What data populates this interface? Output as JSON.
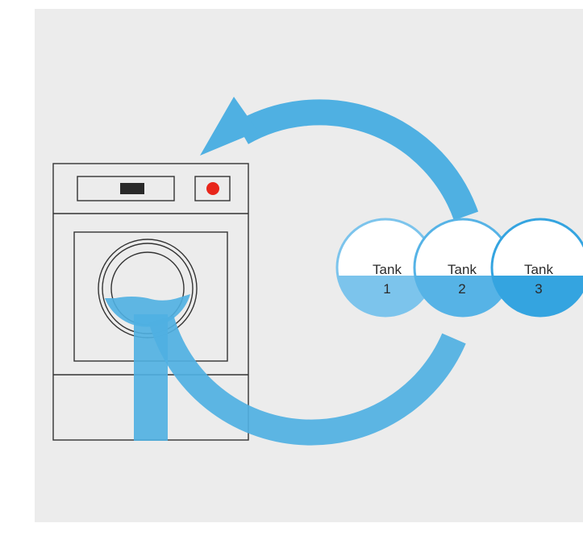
{
  "colors": {
    "background": "#ececec",
    "arrow": "#4fb0e2",
    "machine_line": "#333333",
    "indicator_red": "#e8261b",
    "display": "#2a2a2a",
    "tank1": "#7cc4ec",
    "tank2": "#56b3e6",
    "tank3": "#34a4e0",
    "water": "#4fb0e2"
  },
  "tanks": [
    {
      "label_line1": "Tank",
      "label_line2": "1"
    },
    {
      "label_line1": "Tank",
      "label_line2": "2"
    },
    {
      "label_line1": "Tank",
      "label_line2": "3"
    }
  ]
}
